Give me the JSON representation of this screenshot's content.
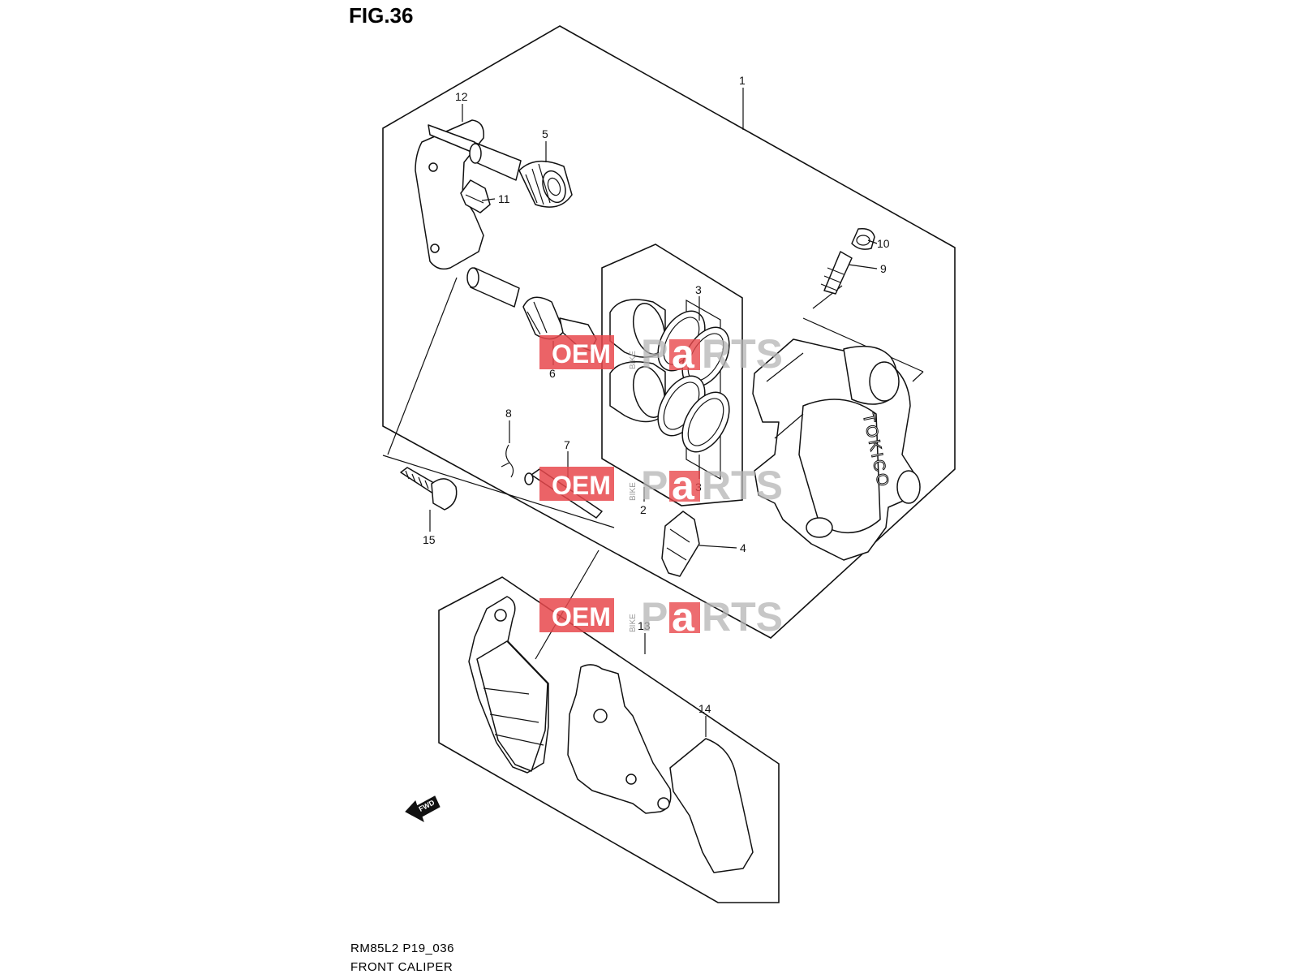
{
  "figure": {
    "title": "FIG.36",
    "drawing_code": "RM85L2 P19_036",
    "drawing_name": "FRONT CALIPER"
  },
  "callouts": [
    "1",
    "2",
    "3",
    "3",
    "4",
    "5",
    "6",
    "7",
    "8",
    "9",
    "10",
    "11",
    "12",
    "13",
    "14",
    "15"
  ],
  "caliper_brand": "TOKICO",
  "direction_arrow": "FWD",
  "watermark": {
    "oem": "OEM",
    "bike": "BIKE",
    "parts_a": "P",
    "parts_b": "a",
    "parts_c": "RTS"
  },
  "colors": {
    "line": "#111111",
    "watermark_red": "#e8484c",
    "watermark_gray": "#b5b5b5"
  }
}
